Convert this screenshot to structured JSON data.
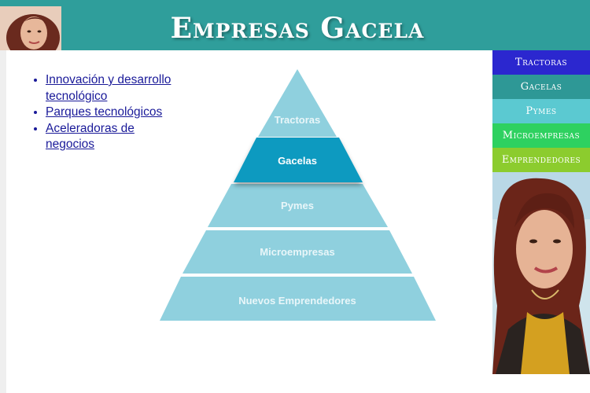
{
  "header": {
    "title": "Empresas Gacela"
  },
  "links": [
    {
      "label": "Innovación y desarrollo tecnológico"
    },
    {
      "label": "Parques tecnológicos"
    },
    {
      "label": "Aceleradoras de negocios"
    }
  ],
  "pyramid": {
    "levels": [
      {
        "label": "Tractoras",
        "color": "#8fd0de"
      },
      {
        "label": "Gacelas",
        "color": "#0f9ac0"
      },
      {
        "label": "Pymes",
        "color": "#8fd0de"
      },
      {
        "label": "Microempresas",
        "color": "#8fd0de"
      },
      {
        "label": "Nuevos Emprendedores",
        "color": "#8fd0de"
      }
    ]
  },
  "sidebar": {
    "items": [
      {
        "label": "Tractoras",
        "color": "#2b27cf"
      },
      {
        "label": "Gacelas",
        "color": "#2e9896"
      },
      {
        "label": "Pymes",
        "color": "#5bc9d1"
      },
      {
        "label": "Microempresas",
        "color": "#2ed160"
      },
      {
        "label": "Emprendedores",
        "color": "#8ccc2e"
      }
    ]
  },
  "colors": {
    "header_bg": "#2f9e9b"
  }
}
